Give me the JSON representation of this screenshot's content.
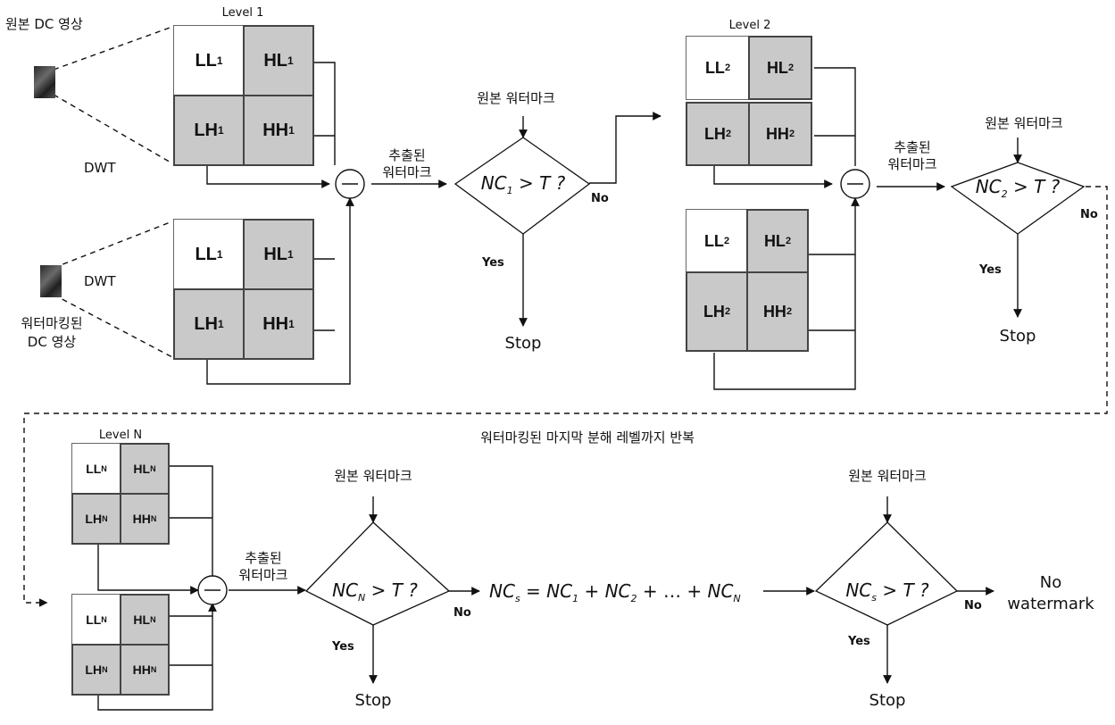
{
  "level_titles": [
    "Level 1",
    "Level 2",
    "Level N"
  ],
  "dwt_label": "DWT",
  "original_dc_image": "원본 DC 영상",
  "watermarked_dc_image_line1": "워터마킹된",
  "watermarked_dc_image_line2": "DC 영상",
  "band_sets": {
    "level1": {
      "ll": "LL",
      "hl": "HL",
      "lh": "LH",
      "hh": "HH",
      "sub": "1"
    },
    "level2": {
      "ll": "LL",
      "hl": "HL",
      "lh": "LH",
      "hh": "HH",
      "sub": "2"
    },
    "levelN": {
      "ll": "LL",
      "hl": "HL",
      "lh": "LH",
      "hh": "HH",
      "sub": "N"
    }
  },
  "subtract_symbol": "−",
  "extracted_watermark_line1": "추출된",
  "extracted_watermark_line2": "워터마크",
  "original_watermark": "원본 워터마크",
  "decisions": {
    "nc1": {
      "name": "NC",
      "sub": "1",
      "rest": " > T ?"
    },
    "nc2": {
      "name": "NC",
      "sub": "2",
      "rest": " > T ?"
    },
    "ncn": {
      "name": "NC",
      "sub": "N",
      "rest": " > T ?"
    },
    "ncs": {
      "name": "NC",
      "sub": "s",
      "rest": " > T ?"
    }
  },
  "yes": "Yes",
  "no": "No",
  "stop": "Stop",
  "repeat_note": "워터마킹된 마지막 분해 레벨까지 반복",
  "sum_formula": {
    "lhs": "NC",
    "lhs_sub": "s",
    "t1": "NC",
    "t1_sub": "1",
    "t2": "NC",
    "t2_sub": "2",
    "dots": "…",
    "tn": "NC",
    "tn_sub": "N"
  },
  "final_line1": "No",
  "final_line2": "watermark"
}
